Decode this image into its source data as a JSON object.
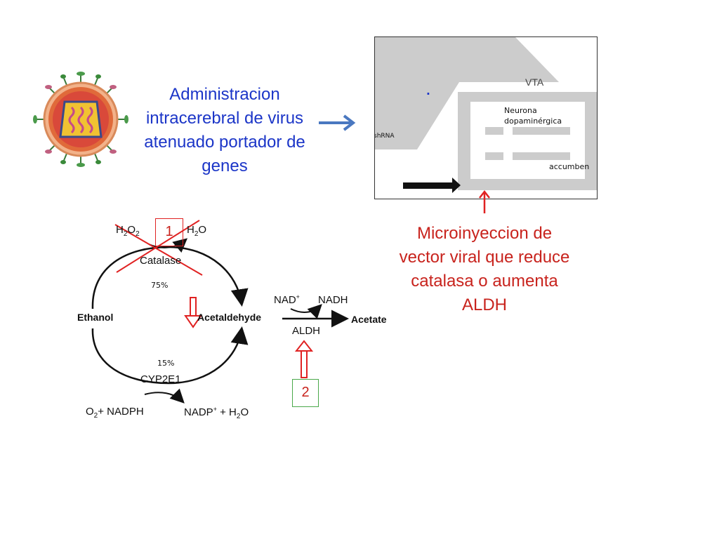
{
  "intro": {
    "line1": "Administracion",
    "line2": "intracerebral de virus",
    "line3": "atenuado portador de",
    "line4": "genes"
  },
  "brain_panel": {
    "vta": "VTA",
    "neuron_line1": "Neurona",
    "neuron_line2": "dopaminérgica",
    "shrna": "shRNA",
    "accumbens": "accumben"
  },
  "micro": {
    "line1": "Microinyeccion de",
    "line2": "vector viral que reduce",
    "line3": "catalasa o aumenta",
    "line4": "ALDH"
  },
  "pathway": {
    "h2o2_h": "H",
    "h2o2_sub1": "2",
    "h2o2_o": "O",
    "h2o2_sub2": "2",
    "h2o_h": "H",
    "h2o_sub": "2",
    "h2o_o": "O",
    "catalase": "Catalase",
    "pct75": "75%",
    "ethanol": "Ethanol",
    "acetaldehyde": "Acetaldehyde",
    "nad": "NAD",
    "nad_sup": "+",
    "nadh": "NADH",
    "aldh": "ALDH",
    "acetate": "Acetate",
    "pct15": "15%",
    "cyp": "CYP2E1",
    "o2_o": "O",
    "o2_sub": "2",
    "nadph": "+ NADPH",
    "nadp": "NADP",
    "nadp_sup": "+",
    "h2o_b_pre": "+ H",
    "h2o_b_sub": "2",
    "h2o_b_o": "O"
  },
  "markers": {
    "box1": "1",
    "box2": "2"
  },
  "colors": {
    "blue_text": "#1c36c8",
    "red_text": "#c8231d",
    "red_marker": "#e02222",
    "green_box": "#4aa84a",
    "arrow_blue": "#4a78c0",
    "panel_gray": "#cccccc"
  }
}
